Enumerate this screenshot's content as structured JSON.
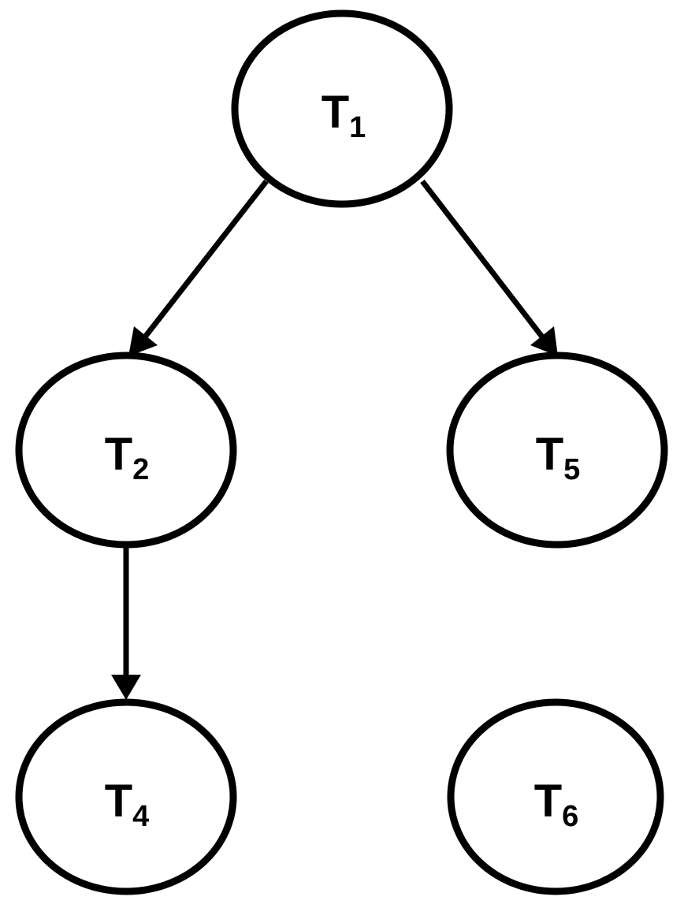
{
  "diagram": {
    "type": "directed-tree",
    "nodes": [
      {
        "id": "T1",
        "letter": "T",
        "subscript": "1"
      },
      {
        "id": "T2",
        "letter": "T",
        "subscript": "2"
      },
      {
        "id": "T5",
        "letter": "T",
        "subscript": "5"
      },
      {
        "id": "T4",
        "letter": "T",
        "subscript": "4"
      },
      {
        "id": "T6",
        "letter": "T",
        "subscript": "6"
      }
    ],
    "edges": [
      {
        "from": "T1",
        "to": "T2"
      },
      {
        "from": "T1",
        "to": "T5"
      },
      {
        "from": "T2",
        "to": "T4"
      }
    ]
  }
}
